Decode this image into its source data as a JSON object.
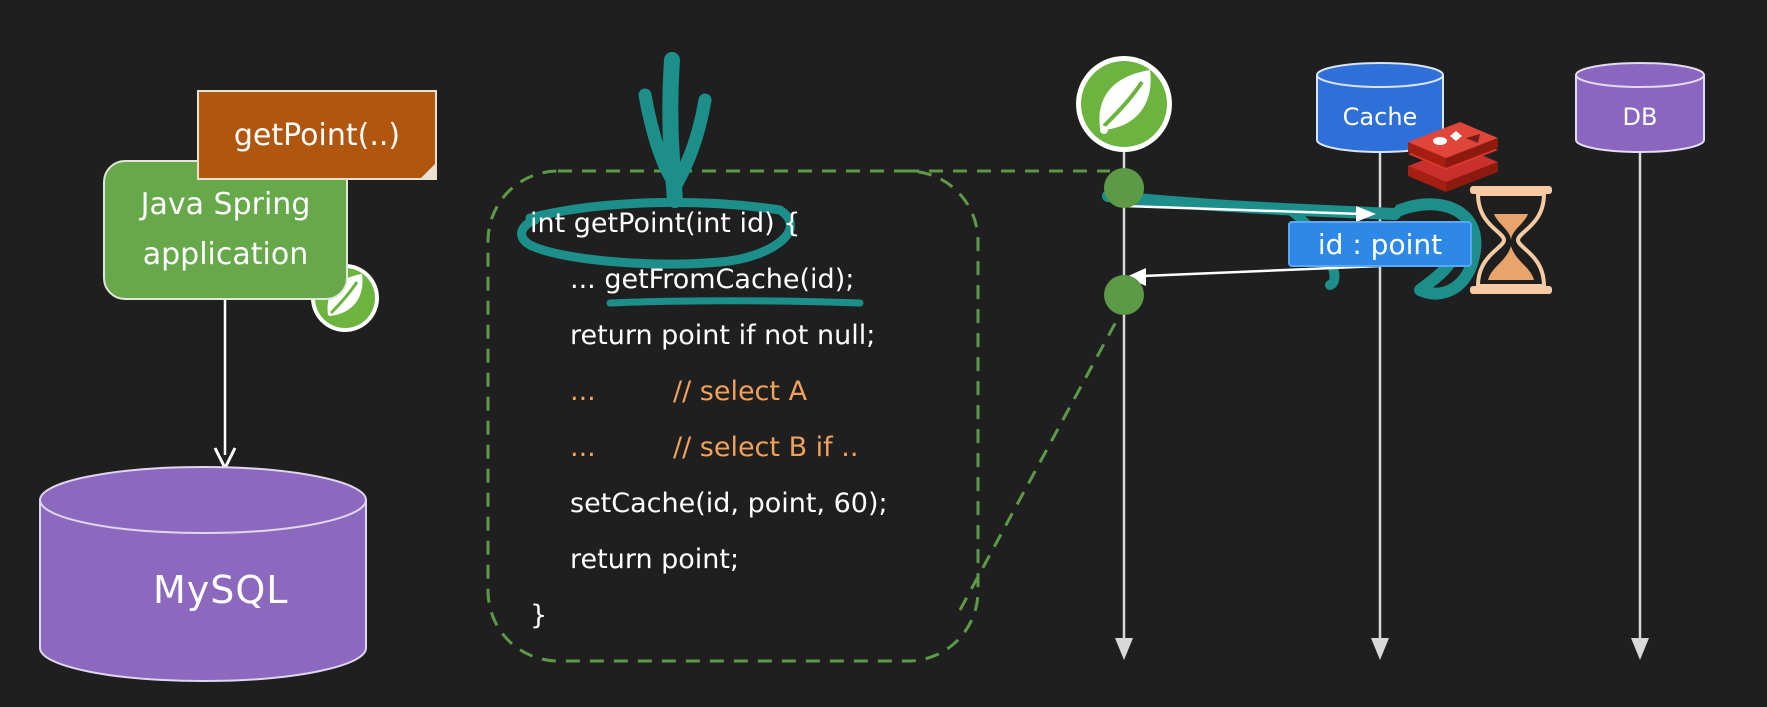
{
  "app": {
    "method_note": "getPoint(..)",
    "name_line1": "Java Spring",
    "name_line2": "application"
  },
  "database_left": {
    "label": "MySQL"
  },
  "code": {
    "lines": [
      "int getPoint(int id) {",
      "... getFromCache(id);",
      "return point if not null;",
      "...         // select A",
      "...         // select B if ..",
      "setCache(id, point, 60);",
      "return point;",
      "}"
    ]
  },
  "sequence": {
    "cache_label": "Cache",
    "db_label": "DB",
    "cache_entry": "id : point"
  },
  "colors": {
    "background": "#1f1f1f",
    "spring_green": "#66a84a",
    "note_orange": "#b0560f",
    "mysql_purple": "#8d68bf",
    "cache_blue": "#2f6fd8",
    "db_purple": "#8a66c0",
    "comment_orange": "#f2a15a",
    "annotation_teal": "#1c8f8a",
    "dash_green": "#5c9a47"
  }
}
